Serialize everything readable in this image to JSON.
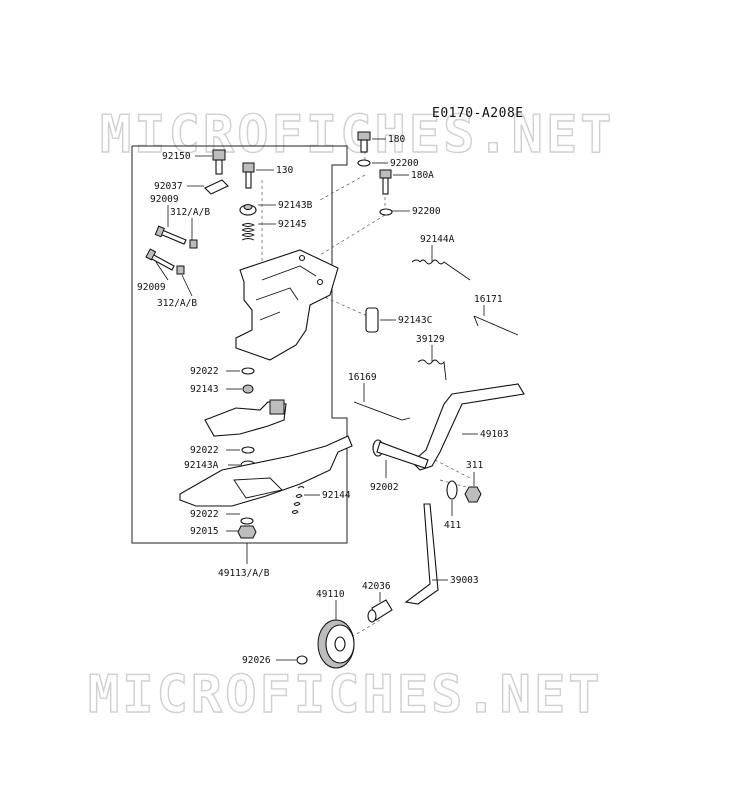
{
  "diagram_code": "E0170-A208E",
  "watermarks": [
    "MICROFICHES.NET",
    "MICROFICHES.NET"
  ],
  "parts": [
    "180",
    "92200",
    "180A",
    "92200",
    "92150",
    "130",
    "92037",
    "92143B",
    "92009",
    "312/A/B",
    "92145",
    "92009",
    "312/A/B",
    "92144A",
    "16171",
    "92143C",
    "39129",
    "92022",
    "92143",
    "16169",
    "49103",
    "92022",
    "92143A",
    "92002",
    "311",
    "92144",
    "411",
    "92022",
    "92015",
    "49113/A/B",
    "42036",
    "39003",
    "49110",
    "92026"
  ]
}
